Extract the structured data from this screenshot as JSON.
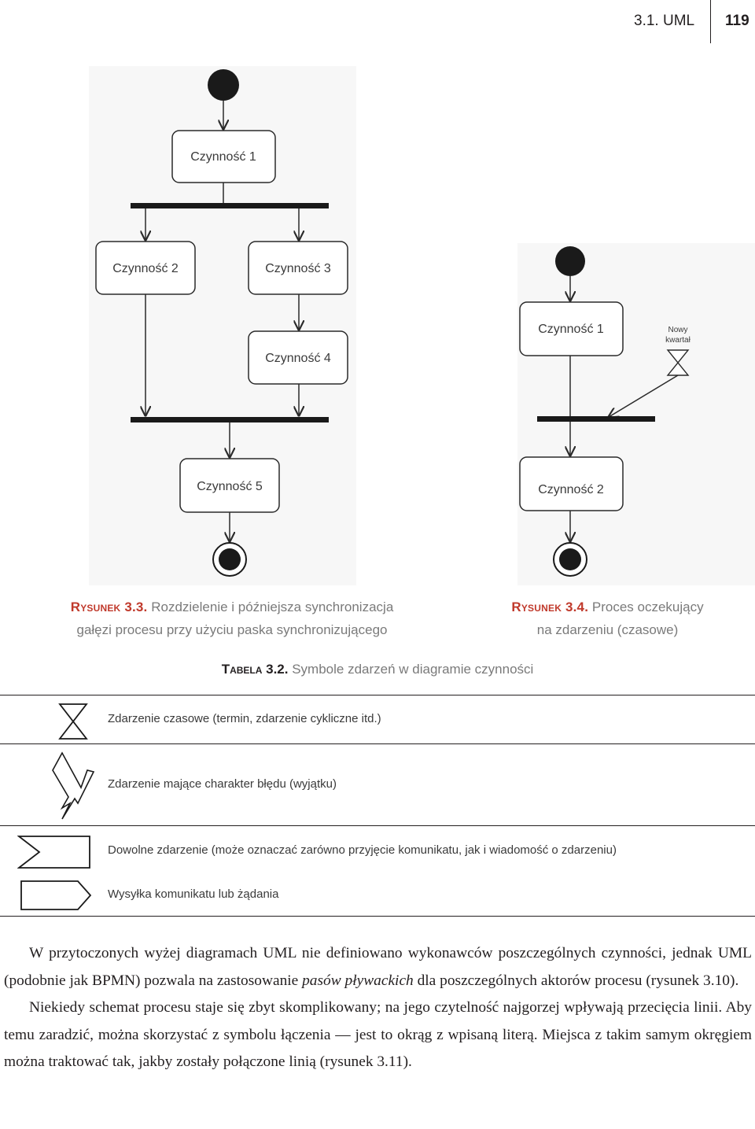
{
  "running_head": {
    "section": "3.1. UML",
    "page_number": "119"
  },
  "figure_3_3": {
    "nodes": {
      "a1": "Czynność 1",
      "a2": "Czynność 2",
      "a3": "Czynność 3",
      "a4": "Czynność 4",
      "a5": "Czynność 5"
    },
    "caption_label": "Rysunek 3.3.",
    "caption_line1": "Rozdzielenie i późniejsza synchronizacja",
    "caption_line2": "gałęzi procesu przy użyciu paska synchronizującego"
  },
  "figure_3_4": {
    "nodes": {
      "a1": "Czynność 1",
      "a2": "Czynność 2"
    },
    "event_label_line1": "Nowy",
    "event_label_line2": "kwartał",
    "caption_label": "Rysunek 3.4.",
    "caption_line1": "Proces oczekujący",
    "caption_line2": "na zdarzeniu (czasowe)"
  },
  "table_3_2": {
    "label": "Tabela 3.2.",
    "title": "Symbole zdarzeń w diagramie czynności",
    "rows": [
      {
        "symbol": "hourglass-icon",
        "text": "Zdarzenie czasowe (termin, zdarzenie cykliczne itd.)"
      },
      {
        "symbol": "lightning-icon",
        "text": "Zdarzenie mające charakter błędu (wyjątku)"
      },
      {
        "symbol": "accept-event-icon",
        "text": "Dowolne zdarzenie (może oznaczać zarówno przyjęcie komunikatu, jak i wiadomość o zdarzeniu)"
      },
      {
        "symbol": "send-signal-icon",
        "text": "Wysyłka komunikatu lub żądania"
      }
    ]
  },
  "body": {
    "p1_before": "W przytoczonych wyżej diagramach UML nie definiowano wykonawców poszczególnych czynności, jednak UML (podobnie jak BPMN) pozwala na zastosowanie ",
    "p1_italic": "pasów pływackich",
    "p1_after": " dla poszczególnych aktorów procesu (rysunek 3.10).",
    "p2": "Niekiedy schemat procesu staje się zbyt skomplikowany; na jego czytelność najgorzej wpływają przecięcia linii. Aby temu zaradzić, można skorzystać z symbolu łączenia — jest to okrąg z wpisaną literą. Miejsca z takim samym okręgiem można traktować tak, jakby zostały połączone linią (rysunek 3.11)."
  },
  "colors": {
    "accent": "#c0392b",
    "text": "#231f20",
    "caption_grey": "#7a7a7a",
    "figure_bg": "#f7f7f7"
  }
}
